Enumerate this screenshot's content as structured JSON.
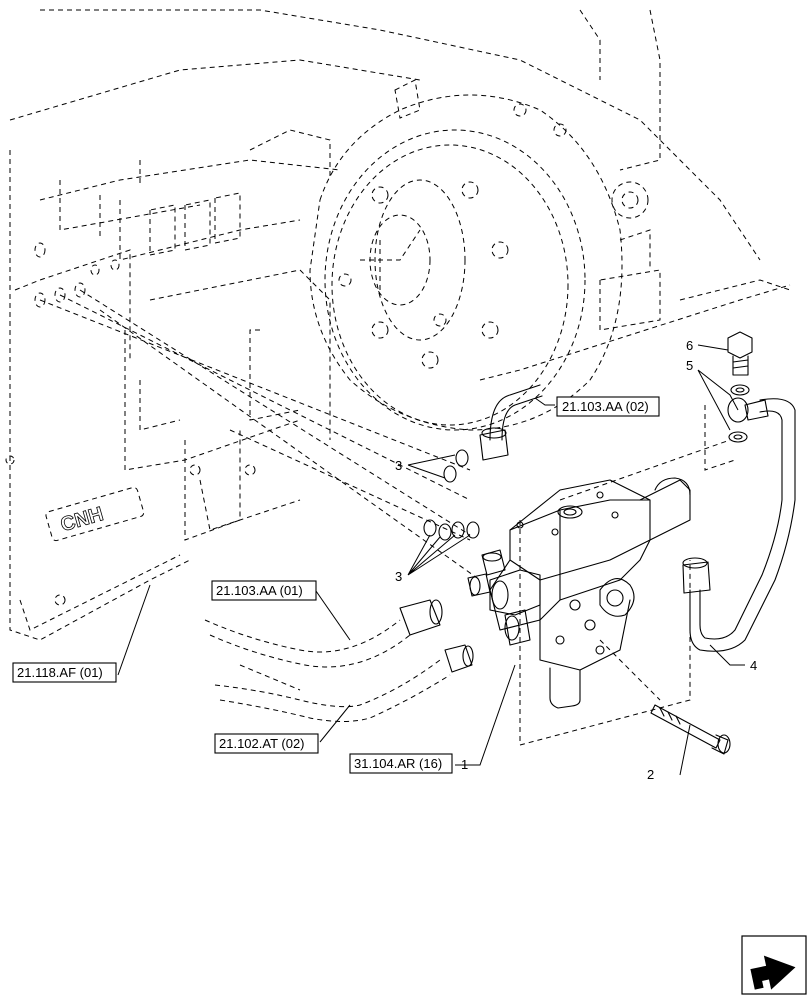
{
  "refs": {
    "r1": "21.103.AA (02)",
    "r2": "21.103.AA (01)",
    "r3": "21.118.AF (01)",
    "r4": "21.102.AT (02)",
    "r5": "31.104.AR (16)"
  },
  "callouts": {
    "c1": "1",
    "c2": "2",
    "c3a": "3",
    "c3b": "3",
    "c4": "4",
    "c5": "5",
    "c6": "6"
  },
  "nav_icon": "next-page-arrow-icon",
  "casting_text": "CNH"
}
